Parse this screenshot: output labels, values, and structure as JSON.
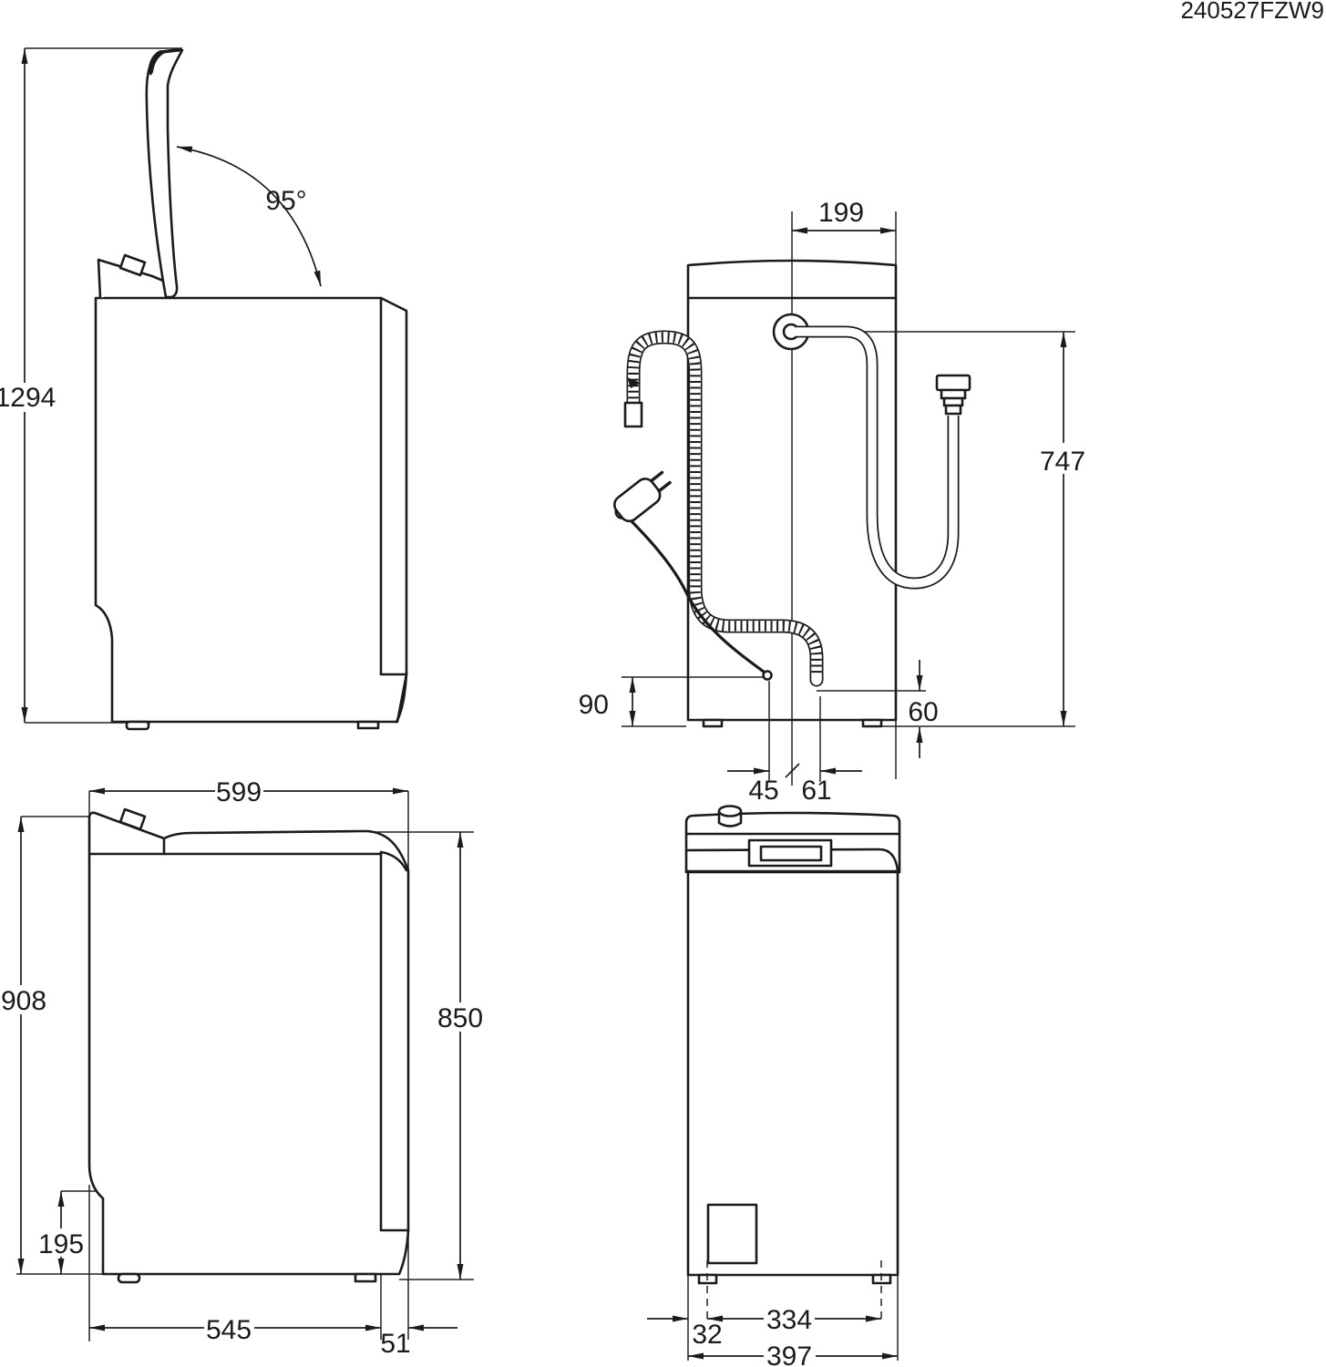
{
  "header": {
    "code": "240527FZW9"
  },
  "side_open_view": {
    "total_height_lid_open_mm": "1294",
    "lid_opening_angle": "95°"
  },
  "rear_view": {
    "inlet_offset_from_right_mm": "199",
    "inlet_height_mm": "747",
    "cord_exit_height_mm": "90",
    "drain_exit_height_mm": "60",
    "cord_offset_mm": "45",
    "drain_offset_mm": "61"
  },
  "side_closed_view": {
    "depth_mm": "599",
    "total_height_mm": "908",
    "body_height_mm": "850",
    "front_recess_height_mm": "195",
    "base_depth_mm": "545",
    "rear_clearance_mm": "51"
  },
  "front_view": {
    "feet_spacing_mm": "334",
    "foot_inset_mm": "32",
    "width_mm": "397"
  }
}
